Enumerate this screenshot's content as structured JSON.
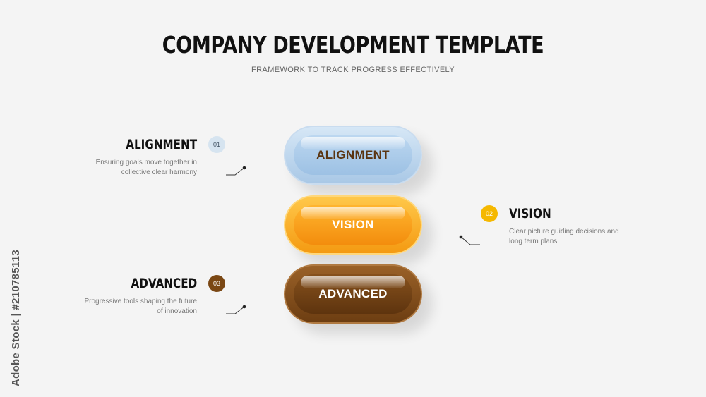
{
  "title": "COMPANY DEVELOPMENT TEMPLATE",
  "subtitle": "FRAMEWORK TO TRACK PROGRESS EFFECTIVELY",
  "colors": {
    "blue": "#a9c8e6",
    "orange": "#f5a51a",
    "brown": "#7a4714",
    "badge_blue": "#d6e4f0"
  },
  "items": [
    {
      "heading": "ALIGNMENT",
      "number": "01",
      "description_line1": "Ensuring goals move together in",
      "description_line2": "collective clear harmony",
      "pill_label": "ALIGNMENT"
    },
    {
      "heading": "VISION",
      "number": "02",
      "description_line1": "Clear picture guiding decisions and",
      "description_line2": "long term plans",
      "pill_label": "VISION"
    },
    {
      "heading": "ADVANCED",
      "number": "03",
      "description_line1": "Progressive tools shaping the future",
      "description_line2": "of innovation",
      "pill_label": "ADVANCED"
    }
  ],
  "watermark": "Adobe Stock | #210785113"
}
